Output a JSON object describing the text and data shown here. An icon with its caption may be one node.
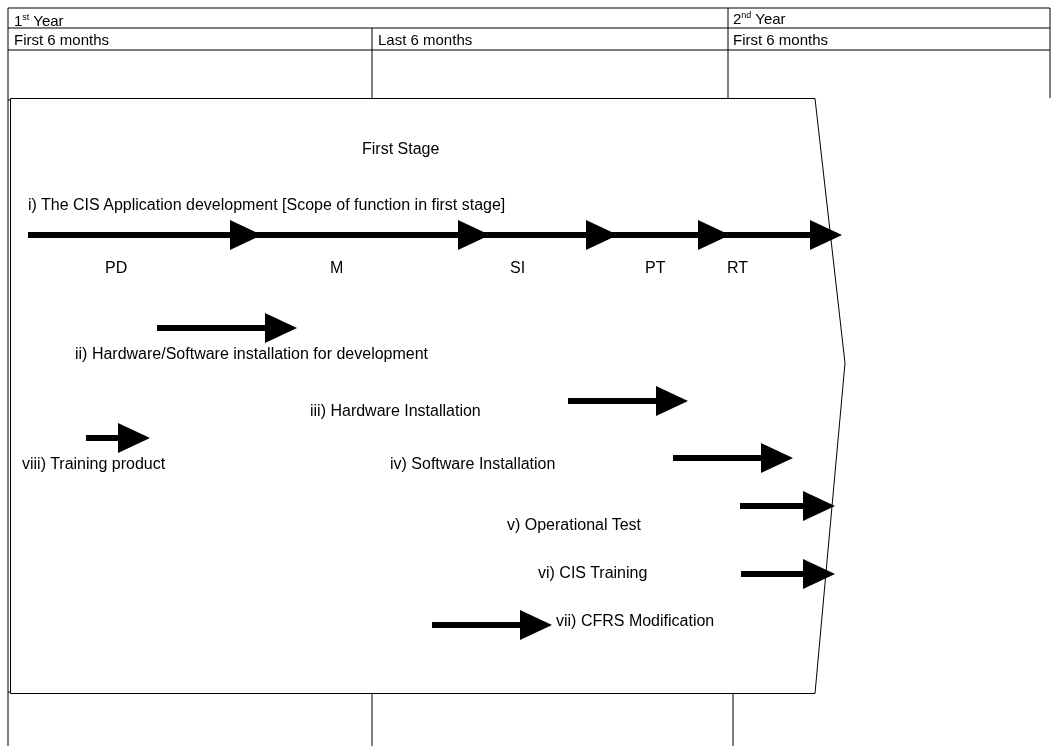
{
  "diagram": {
    "nodes": [
      {
        "text": [
          "First Stage",
          "i) The CIS Application development [Scope of function in first stage]",
          "PD",
          "M",
          "SI",
          "PT",
          "RT",
          "ii) Hardware/Software installation for development",
          "iii) Hardware Installation",
          "viii) Training product",
          "iv) Software Installation",
          "v) Operational Test",
          "vi) CIS Training",
          "vii) CFRS Modification"
        ]
      }
    ],
    "labels": [
      "1$^{st}$ Year",
      "2$^{nd}$ Year",
      "First 6 months",
      "Last 6 months",
      "First 6 months"
    ]
  }
}
